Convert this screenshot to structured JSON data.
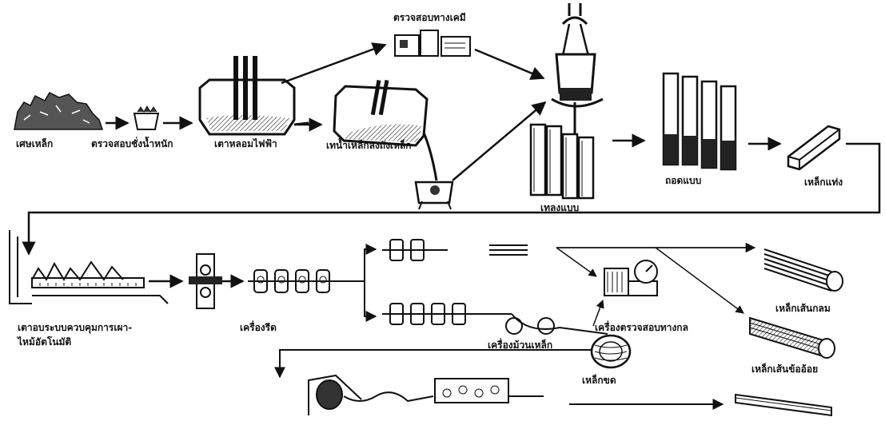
{
  "labels": {
    "scrap_steel": "เศษเหล็ก",
    "weigh_check": "ตรวจสอบชั่งน้ำหนัก",
    "electric_furnace": "เตาหลอมไฟฟ้า",
    "pour_into_ladle": "เทน้ำเหล็กลงถังเหล็ก",
    "chemical_test": "ตรวจสอบทางเคมี",
    "casting_mold": "เทลงแบบ",
    "strip_mold": "ถอดแบบ",
    "steel_billet": "เหล็กแท่ง",
    "reheating_furnace": "เตาอบระบบควบคุมการเผา-",
    "reheating_furnace_2": "ไหม้อัตโนมัติ",
    "rolling_mill": "เครื่องรีด",
    "round_bar": "เหล็กเส้นกลม",
    "deformed_bar": "เหล็กเส้นข้ออ้อย",
    "mechanical_test": "เครื่องตรวจสอบทางกล",
    "coiler": "เครื่องม้วนเหล็ก",
    "wire_rod": "เหล็กขด"
  }
}
